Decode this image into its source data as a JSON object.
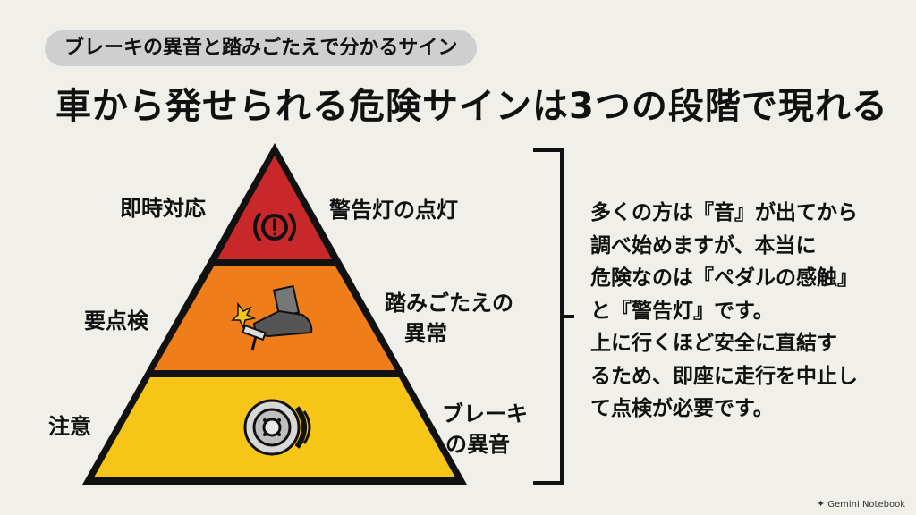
{
  "header": {
    "pill": "ブレーキの異音と踏みごたえで分かるサイン",
    "title": "車から発せられる危険サインは3つの段階で現れる"
  },
  "pyramid": {
    "levels": [
      {
        "action": "即時対応",
        "sign": "警告灯の点灯",
        "color": "#c8282a",
        "icon": "brake-warning-light-icon"
      },
      {
        "action": "要点検",
        "sign_line1": "踏みごたえの",
        "sign_line2": "異常",
        "color": "#ef7e1a",
        "icon": "foot-pedal-icon"
      },
      {
        "action": "注意",
        "sign_line1": "ブレーキ",
        "sign_line2": "の異音",
        "color": "#f5c518",
        "icon": "brake-disc-icon"
      }
    ]
  },
  "description": {
    "lines": [
      "多くの方は『音』が出てから",
      "調べ始めますが、本当に",
      "危険なのは『ペダルの感触』",
      "と『警告灯』です。",
      "上に行くほど安全に直結す",
      "るため、即座に走行を中止し",
      "て点検が必要です。"
    ]
  },
  "watermark": "Gemini Notebook"
}
